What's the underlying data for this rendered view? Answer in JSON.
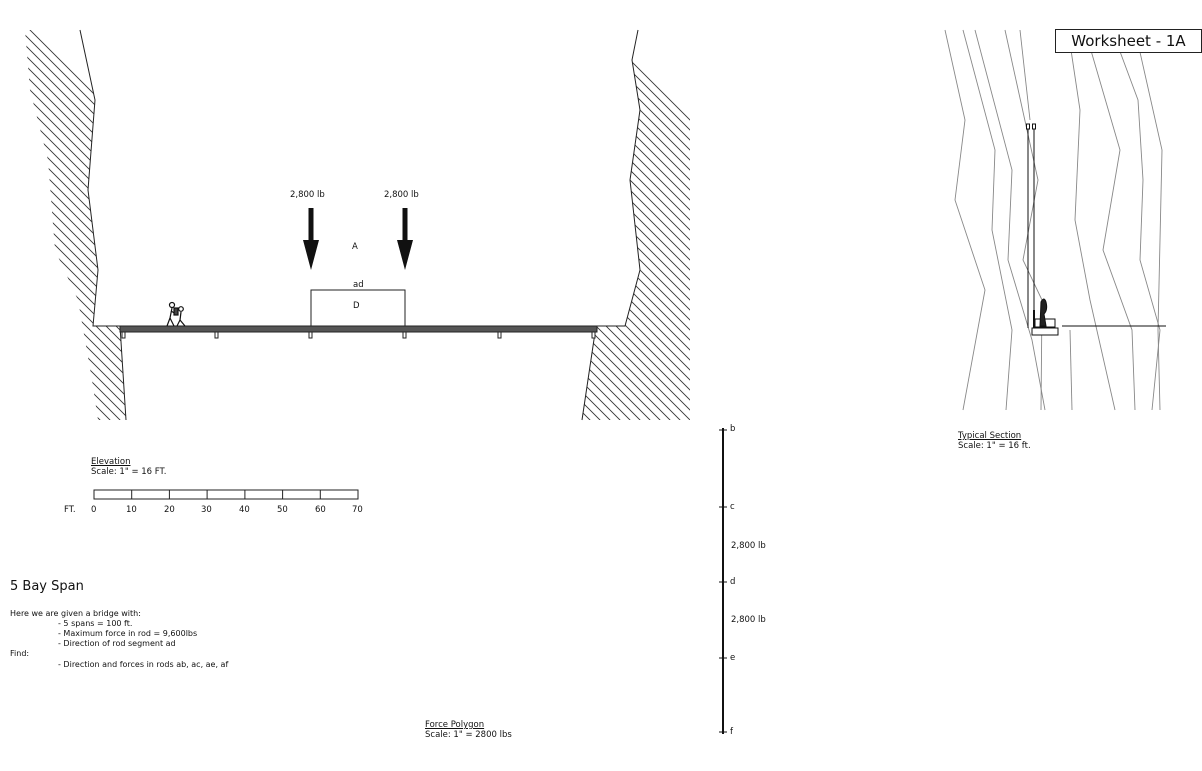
{
  "worksheet_label": "Worksheet - 1A",
  "elevation": {
    "loads": [
      "2,800 lb",
      "2,800 lb"
    ],
    "space_label_a": "A",
    "segment_label": "ad",
    "space_label_d": "D",
    "title": "Elevation",
    "scale": "Scale: 1\" = 16 FT."
  },
  "scale_bar": {
    "unit": "FT.",
    "ticks": [
      "0",
      "10",
      "20",
      "30",
      "40",
      "50",
      "60",
      "70"
    ]
  },
  "section": {
    "title": "Typical Section",
    "scale": "Scale: 1\" = 16 ft."
  },
  "force_polygon": {
    "title": "Force Polygon",
    "scale": "Scale: 1\" = 2800 lbs",
    "points": [
      "b",
      "c",
      "d",
      "e",
      "f"
    ],
    "segment_labels": [
      "2,800 lb",
      "2,800 lb"
    ]
  },
  "problem": {
    "title": "5 Bay Span",
    "intro": "Here we are given a bridge with:",
    "givens": [
      "- 5 spans = 100 ft.",
      "- Maximum force in rod = 9,600lbs",
      "- Direction of rod segment ad"
    ],
    "find_label": "Find:",
    "finds": [
      "- Direction and forces in rods ab, ac, ae, af"
    ]
  }
}
